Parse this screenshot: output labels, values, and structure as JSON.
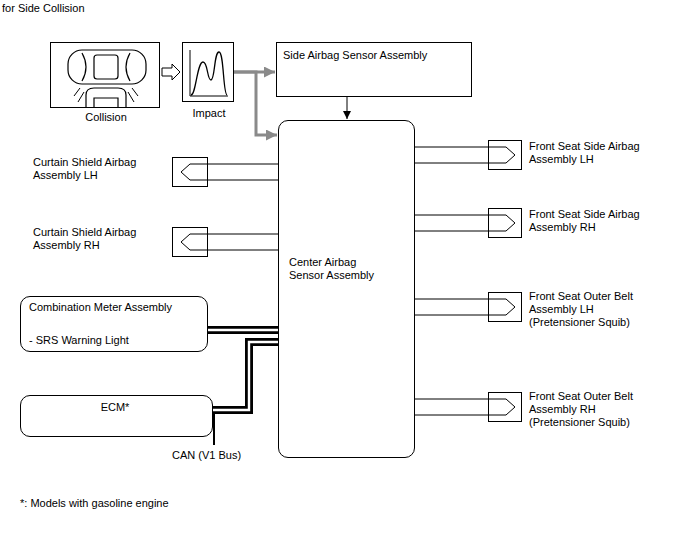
{
  "diagram": {
    "title": "for Side Collision",
    "nodes": [
      {
        "text": [
          "Collision"
        ]
      },
      {
        "text": [
          "Impact"
        ]
      },
      {
        "text": [
          "Side Airbag Sensor Assembly"
        ]
      },
      {
        "text": [
          "Center Airbag Sensor Assembly"
        ]
      },
      {
        "text": [
          "Front Seat Side Airbag Assembly LH"
        ]
      },
      {
        "text": [
          "Curtain Shield Airbag Assembly LH"
        ]
      },
      {
        "text": [
          "Front Seat Side Airbag Assembly RH"
        ]
      },
      {
        "text": [
          "Curtain Shield Airbag Assembly RH"
        ]
      },
      {
        "text": [
          "Combination Meter Assembly",
          "- SRS Warning Light"
        ]
      },
      {
        "text": [
          "Front Seat Outer Belt Assembly LH (Pretensioner Squib)"
        ]
      },
      {
        "text": [
          "ECM*"
        ]
      },
      {
        "text": [
          "Front Seat Outer Belt Assembly RH (Pretensioner Squib)"
        ]
      }
    ],
    "edges": [
      {
        "from": 0,
        "to": 1,
        "arrow": "to"
      },
      {
        "from": 1,
        "to": 2,
        "arrow": "to"
      },
      {
        "from": 1,
        "to": 3,
        "arrow": "to"
      },
      {
        "from": 2,
        "to": 3,
        "arrow": "to"
      },
      {
        "from": 3,
        "to": 5,
        "arrow": "none"
      },
      {
        "from": 3,
        "to": 7,
        "arrow": "none"
      },
      {
        "from": 3,
        "to": 4,
        "arrow": "none"
      },
      {
        "from": 3,
        "to": 6,
        "arrow": "none"
      },
      {
        "from": 3,
        "to": 9,
        "arrow": "none"
      },
      {
        "from": 3,
        "to": 11,
        "arrow": "none"
      },
      {
        "from": 8,
        "to": 3,
        "arrow": "none"
      },
      {
        "from": 10,
        "to": 3,
        "arrow": "none"
      }
    ],
    "labels": [
      "CAN (V1 Bus)",
      "*: Models with gasoline engine"
    ]
  }
}
